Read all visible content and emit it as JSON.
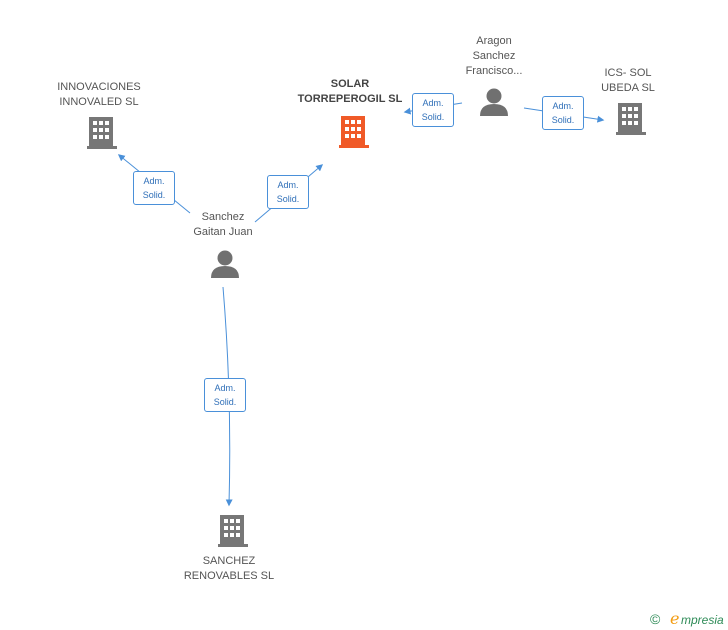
{
  "colors": {
    "company": "#777777",
    "focus_company": "#f05a28",
    "person": "#707070",
    "edge": "#4a90d9"
  },
  "nodes": {
    "innovaciones": {
      "label_line1": "INNOVACIONES",
      "label_line2": "INNOVALED  SL",
      "icon": "building-icon"
    },
    "solar": {
      "label_line1": "SOLAR",
      "label_line2": "TORREPEROGIL SL",
      "icon": "building-icon"
    },
    "aragon": {
      "label_line1": "Aragon",
      "label_line2": "Sanchez",
      "label_line3": "Francisco...",
      "icon": "person-icon"
    },
    "ics": {
      "label_line1": "ICS- SOL",
      "label_line2": "UBEDA SL",
      "icon": "building-icon"
    },
    "sanchez_gaitan": {
      "label_line1": "Sanchez",
      "label_line2": "Gaitan Juan",
      "icon": "person-icon"
    },
    "sanchez_renovables": {
      "label_line1": "SANCHEZ",
      "label_line2": "RENOVABLES SL",
      "icon": "building-icon"
    }
  },
  "edges": {
    "gaitan_innovaciones": {
      "line1": "Adm.",
      "line2": "Solid."
    },
    "gaitan_solar": {
      "line1": "Adm.",
      "line2": "Solid."
    },
    "aragon_solar": {
      "line1": "Adm.",
      "line2": "Solid."
    },
    "aragon_ics": {
      "line1": "Adm.",
      "line2": "Solid."
    },
    "gaitan_renovables": {
      "line1": "Adm.",
      "line2": "Solid."
    }
  },
  "brand": {
    "copyright": "©",
    "e": "e",
    "rest": "mpresia"
  }
}
